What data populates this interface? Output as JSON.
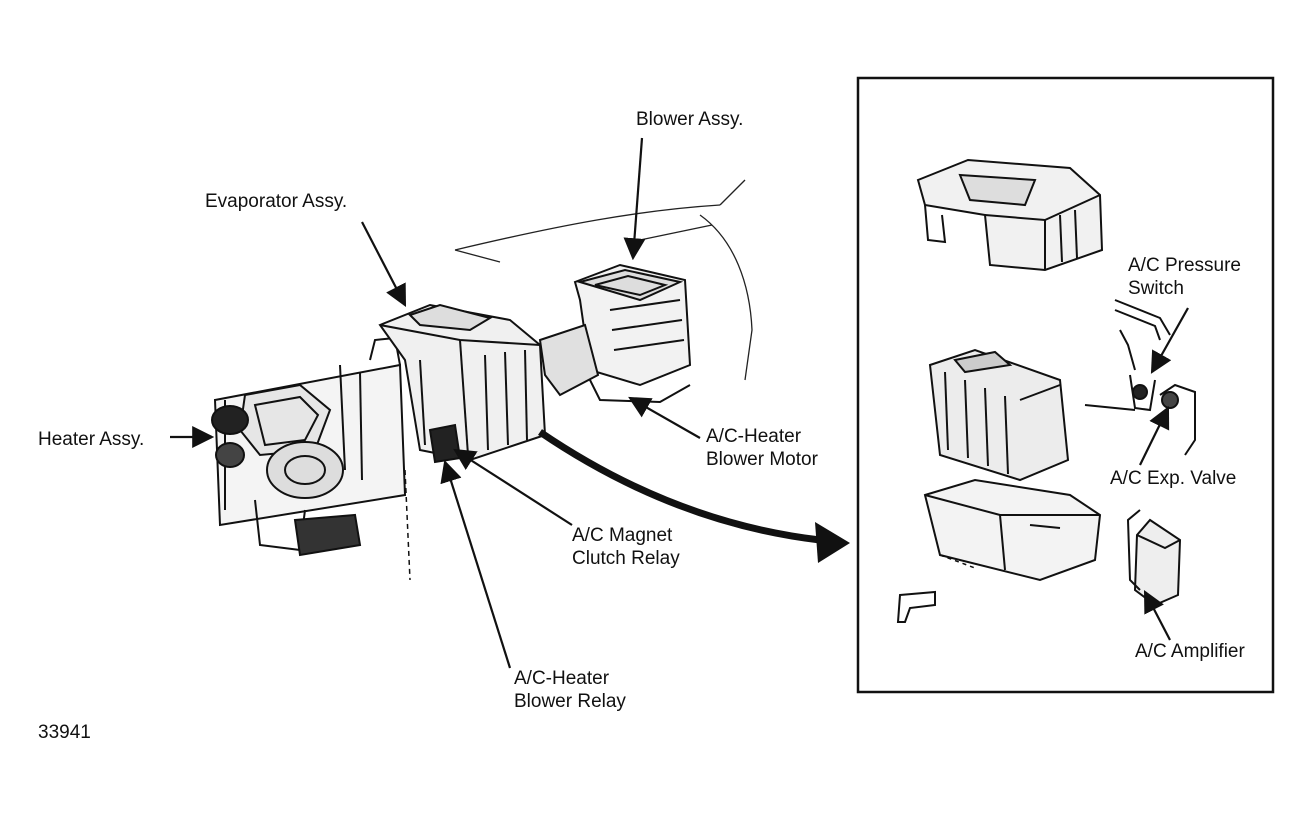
{
  "figure_number": "33941",
  "labels": {
    "blower_assy": "Blower Assy.",
    "evaporator_assy": "Evaporator Assy.",
    "heater_assy": "Heater Assy.",
    "blower_motor": [
      "A/C-Heater",
      "Blower Motor"
    ],
    "magnet_clutch_relay": [
      "A/C Magnet",
      "Clutch Relay"
    ],
    "blower_relay": [
      "A/C-Heater",
      "Blower Relay"
    ],
    "pressure_switch": [
      "A/C Pressure",
      "Switch"
    ],
    "exp_valve": "A/C Exp. Valve",
    "amplifier": "A/C Amplifier"
  }
}
